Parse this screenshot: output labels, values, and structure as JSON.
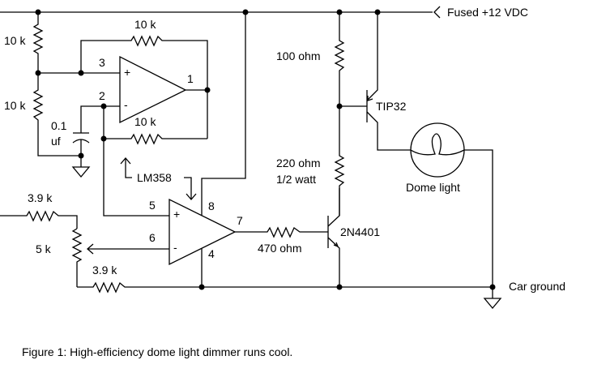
{
  "figure": {
    "caption": "Figure 1: High-efficiency dome light dimmer runs cool."
  },
  "nets": {
    "supply": "Fused +12 VDC",
    "ground": "Car ground"
  },
  "components": {
    "r_div_top": "10 k",
    "r_div_bottom": "10 k",
    "r_fb_top": "10 k",
    "r_fb_bottom": "10 k",
    "cap_value_line1": "0.1",
    "cap_value_line2": "uf",
    "opamp": "LM358",
    "r_in_top": "3.9 k",
    "pot": "5 k",
    "r_in_bottom": "3.9 k",
    "r_base": "470 ohm",
    "r_100": "100 ohm",
    "r_220_line1": "220 ohm",
    "r_220_line2": "1/2 watt",
    "q_pnp": "TIP32",
    "q_npn": "2N4401",
    "lamp": "Dome light"
  },
  "pins": {
    "u1a_plus": "3",
    "u1a_minus": "2",
    "u1a_out": "1",
    "u1b_plus": "5",
    "u1b_minus": "6",
    "u1b_out": "7",
    "vcc": "8",
    "gnd": "4"
  },
  "symbols": {
    "plus": "+",
    "minus": "-"
  }
}
